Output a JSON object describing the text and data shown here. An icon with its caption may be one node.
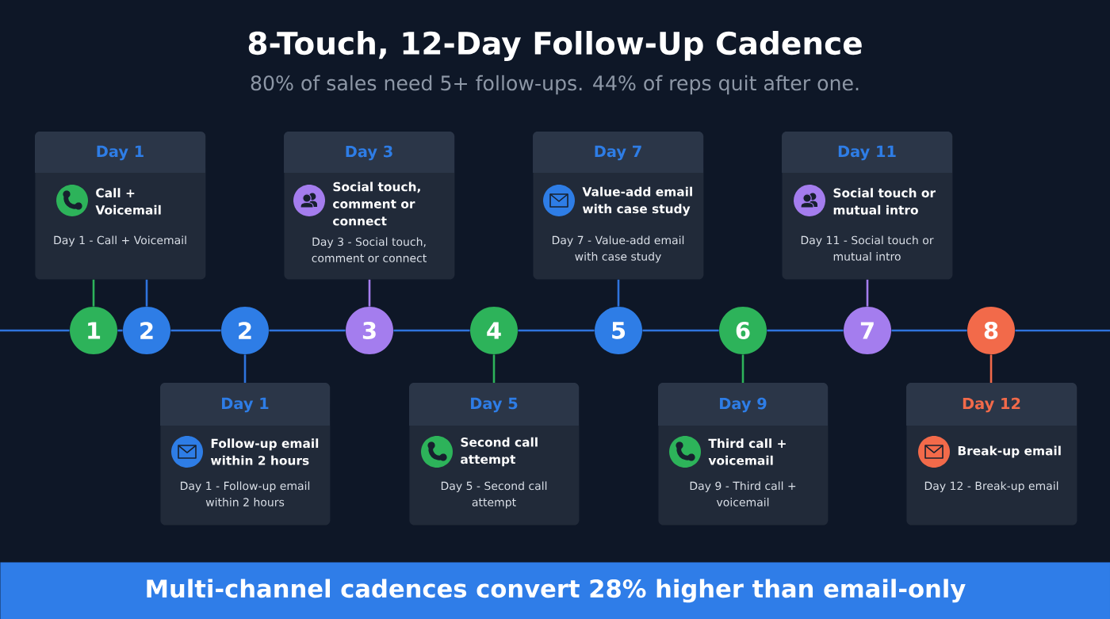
{
  "diagram": {
    "title": "8-Touch, 12-Day Follow-Up Cadence",
    "nodes": [
      {
        "text": [
          "Day 1",
          "Call + Voicemail",
          "Day 1 - Call + Voicemail"
        ]
      },
      {
        "text": [
          "Day 3",
          "Social touch, comment or connect",
          "Day 3 - Social touch, comment or connect"
        ]
      },
      {
        "text": [
          "Day 7",
          "Value-add email with case study",
          "Day 7 - Value-add email with case study"
        ]
      },
      {
        "text": [
          "Day 11",
          "Social touch or mutual intro",
          "Day 11 - Social touch or mutual intro"
        ]
      },
      {
        "text": [
          "1"
        ]
      },
      {
        "text": [
          "2"
        ]
      },
      {
        "text": [
          "2"
        ]
      },
      {
        "text": [
          "3"
        ]
      },
      {
        "text": [
          "4"
        ]
      },
      {
        "text": [
          "5"
        ]
      },
      {
        "text": [
          "6"
        ]
      },
      {
        "text": [
          "7"
        ]
      },
      {
        "text": [
          "8"
        ]
      },
      {
        "text": [
          "Day 1",
          "Follow-up email within 2 hours",
          "Day 1 - Follow-up email within 2 hours"
        ]
      },
      {
        "text": [
          "Day 5",
          "Second call attempt",
          "Day 5 - Second call attempt"
        ]
      },
      {
        "text": [
          "Day 9",
          "Third call + voicemail",
          "Day 9 - Third call + voicemail"
        ]
      },
      {
        "text": [
          "Day 12",
          "Break-up email",
          "Day 12 - Break-up email"
        ]
      },
      {
        "text": [
          "Multi-channel cadences convert 28% higher than email-only"
        ]
      }
    ],
    "edges": [
      {
        "from": null,
        "to": 4,
        "arrow": "none"
      },
      {
        "from": 4,
        "to": 5,
        "arrow": "none"
      },
      {
        "from": 5,
        "to": 6,
        "arrow": "none"
      },
      {
        "from": 6,
        "to": 7,
        "arrow": "none"
      },
      {
        "from": 7,
        "to": 8,
        "arrow": "none"
      },
      {
        "from": 8,
        "to": 9,
        "arrow": "none"
      },
      {
        "from": 9,
        "to": 10,
        "arrow": "none"
      },
      {
        "from": 10,
        "to": 11,
        "arrow": "none"
      },
      {
        "from": 11,
        "to": 12,
        "arrow": "none"
      },
      {
        "from": 12,
        "to": null,
        "arrow": "none"
      },
      {
        "from": 0,
        "to": 4,
        "arrow": "none",
        "color": "#2db35a"
      },
      {
        "from": 0,
        "to": 5,
        "arrow": "none"
      },
      {
        "from": 6,
        "to": 13,
        "arrow": "none"
      },
      {
        "from": 1,
        "to": 7,
        "arrow": "none",
        "color": "#a47dee"
      },
      {
        "from": 8,
        "to": 14,
        "arrow": "none",
        "color": "#2db35a"
      },
      {
        "from": 2,
        "to": 9,
        "arrow": "none"
      },
      {
        "from": 10,
        "to": 15,
        "arrow": "none",
        "color": "#2db35a"
      },
      {
        "from": 3,
        "to": 11,
        "arrow": "none",
        "color": "#a47dee"
      },
      {
        "from": 12,
        "to": 16,
        "arrow": "none",
        "color": "#f26a4a"
      }
    ],
    "labels": [
      "80% of sales need 5+ follow-ups. 44% of reps quit after one."
    ]
  }
}
